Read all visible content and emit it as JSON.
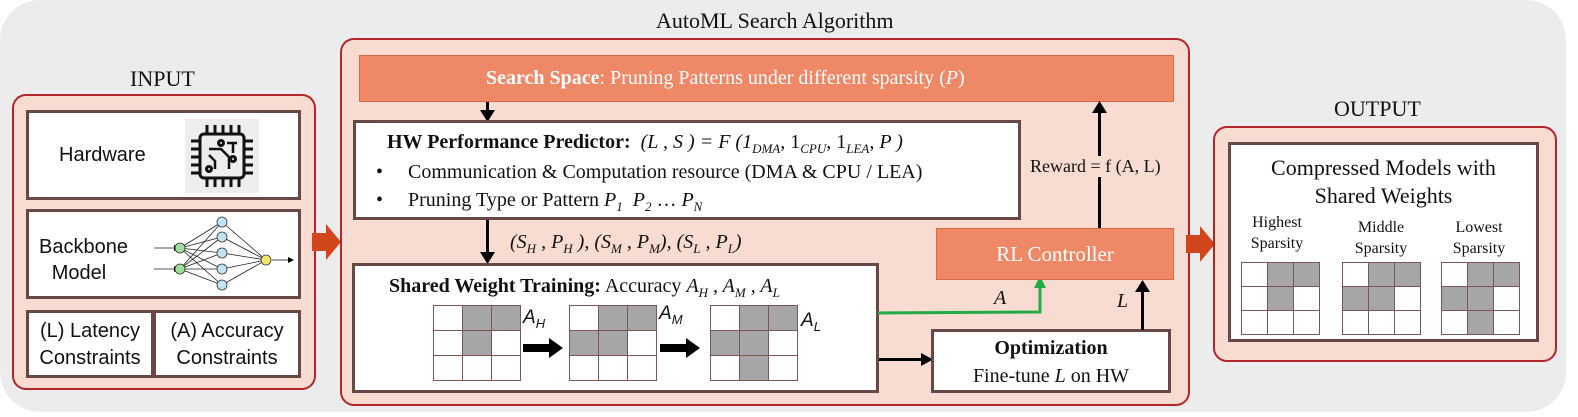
{
  "title": "AutoML Search Algorithm",
  "input": {
    "heading": "INPUT",
    "hardware": "Hardware",
    "backbone": [
      "Backbone",
      "Model"
    ],
    "latency": [
      "(L) Latency",
      "Constraints"
    ],
    "accuracy": [
      "(A) Accuracy",
      "Constraints"
    ]
  },
  "search_space": {
    "bold": "Search Space",
    "text": ": Pruning Patterns under different sparsity (",
    "var": "P",
    "close": ")"
  },
  "predictor": {
    "bold": "HW Performance Predictor:",
    "formula": "(L , S ) = F (1",
    "formula_parts": [
      "DMA",
      "CPU",
      "LEA"
    ],
    "formula_end": "P )",
    "bullet1": "Communication & Computation resource (DMA & CPU / LEA)",
    "bullet2": "Pruning Type or Pattern"
  },
  "pairs": "(S_H , P_H ), (S_M , P_M), (S_L , P_L)",
  "training": {
    "bold": "Shared Weight Training:",
    "text": "Accuracy",
    "labels": [
      "A_H",
      "A_M",
      "A_L"
    ]
  },
  "reward": "Reward = f (A, L)",
  "rl_controller": "RL Controller",
  "edge_A": "A",
  "edge_L": "L",
  "optimization": {
    "title": "Optimization",
    "text": "Fine-tune",
    "var": "L",
    "suffix": "on HW"
  },
  "output": {
    "heading": "OUTPUT",
    "title1": "Compressed Models with",
    "title2": "Shared Weights",
    "levels": [
      {
        "l1": "Highest",
        "l2": "Sparsity"
      },
      {
        "l1": "Middle",
        "l2": "Sparsity"
      },
      {
        "l1": "Lowest",
        "l2": "Sparsity"
      }
    ]
  },
  "colors": {
    "panel": "#f8dcd2",
    "border": "#b3262a",
    "orange": "#ee8866",
    "green": "#22aa44",
    "gray": "#a6a6a6"
  }
}
